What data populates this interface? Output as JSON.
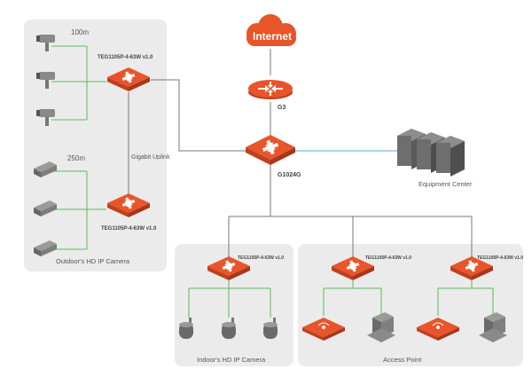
{
  "internet_label": "Internet",
  "router_label": "G3",
  "core_switch_label": "G1024G",
  "equipment_center_label": "Equipment Center",
  "gigabit_uplink_label": "Gigabit Uplink",
  "outdoor_switch_top_label": "TEG1105P-4-63W v1.0",
  "outdoor_switch_bottom_label": "TEG1105P-4-63W v1.0",
  "indoor_switch_label": "TEG1105P-4-63W v1.0",
  "ap_switch_left_label": "TEG1105P-4-63W v1.0",
  "ap_switch_right_label": "TEG1105P-4-63W v1.0",
  "distance_top": "100m",
  "distance_bottom": "250m",
  "outdoor_caption": "Outdoor's HD IP Camera",
  "indoor_caption": "Indoor's HD IP Camera",
  "ap_caption": "Access Point",
  "colors": {
    "device": "#e8552a",
    "panel": "#ebebeb",
    "camera_link": "#5cb85c",
    "uplink": "#5aa9d6",
    "wire": "#777777"
  }
}
